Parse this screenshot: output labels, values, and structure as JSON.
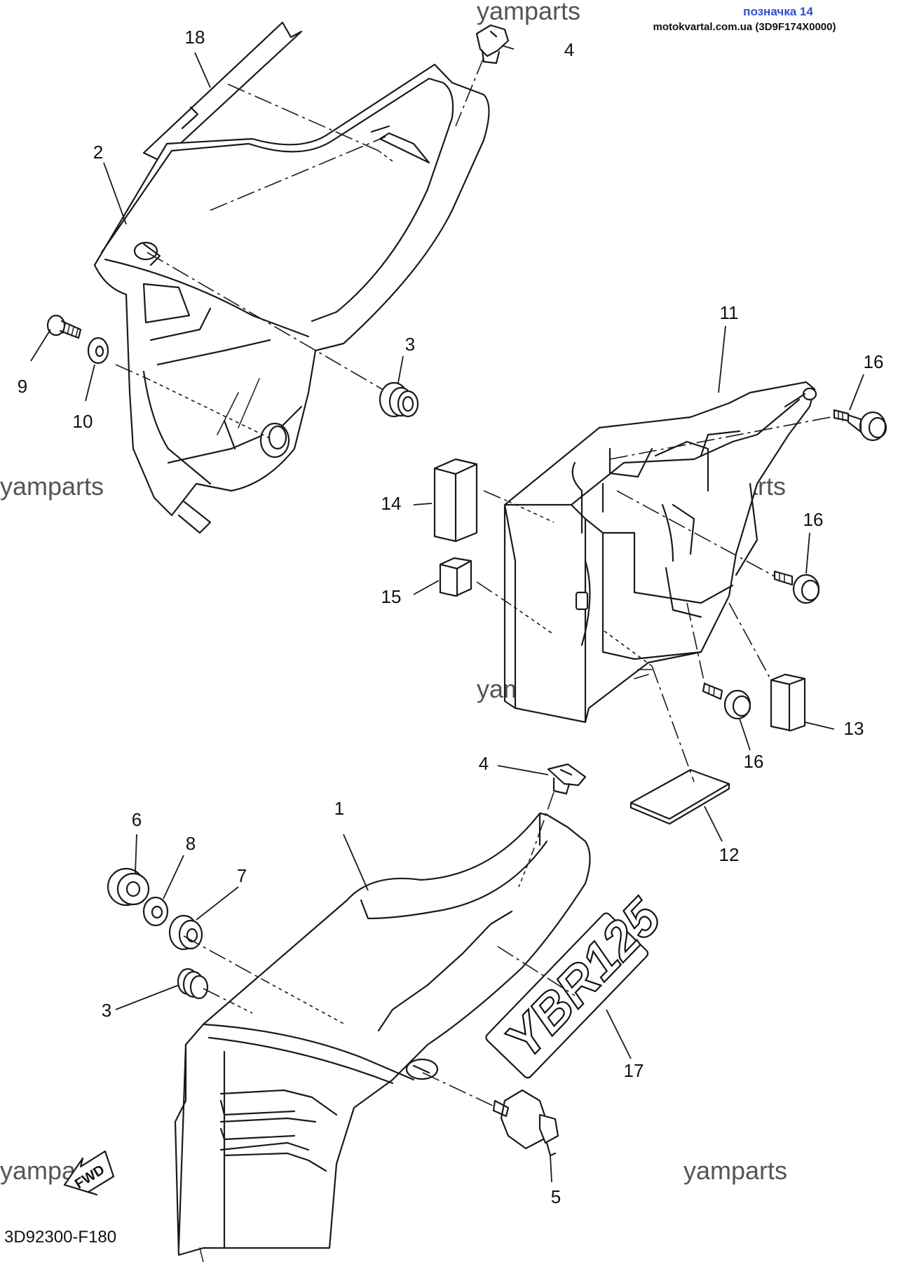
{
  "header": {
    "title": "позначка 14",
    "subtitle": "motokvartal.com.ua (3D9F174X0000)"
  },
  "watermark": "yamparts",
  "drawing_code": "3D92300-F180",
  "fwd_label": "FWD",
  "decal_text": "YBR125",
  "callouts": [
    "1",
    "2",
    "3",
    "3",
    "4",
    "4",
    "5",
    "6",
    "7",
    "8",
    "9",
    "10",
    "11",
    "12",
    "13",
    "14",
    "15",
    "16",
    "16",
    "16",
    "17",
    "18"
  ]
}
